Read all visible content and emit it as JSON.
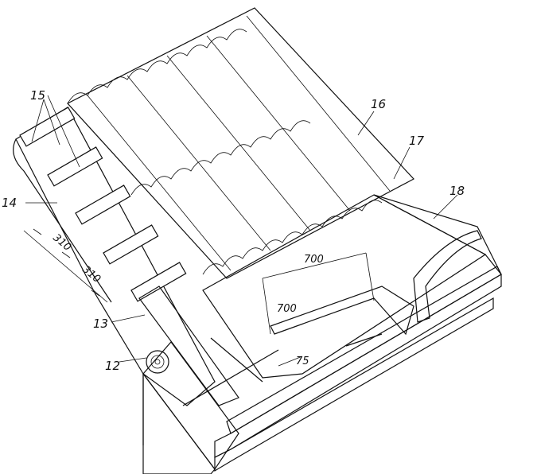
{
  "labels": {
    "l12": "12",
    "l13": "13",
    "l14": "14",
    "l15": "15",
    "l16": "16",
    "l17": "17",
    "l18": "18"
  },
  "dimensions": {
    "d310_a": "310",
    "d310_b": "310",
    "d700_a": "700",
    "d700_b": "700",
    "d75": "75"
  }
}
